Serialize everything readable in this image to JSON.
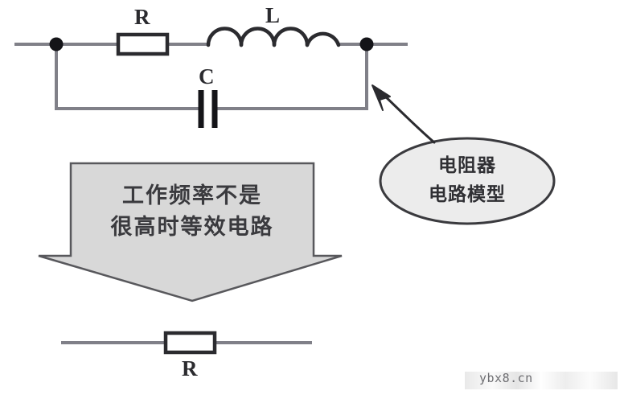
{
  "figure": {
    "title_visible": false,
    "background_color": "#ffffff",
    "wire_color": "#808088",
    "ink_color": "#2b2b2f",
    "fill_gray": "#d8d8d8"
  },
  "top_circuit": {
    "name": "resistor-equivalent-circuit",
    "components": [
      {
        "id": "R",
        "type": "resistor",
        "label": "R"
      },
      {
        "id": "L",
        "type": "inductor",
        "label": "L"
      },
      {
        "id": "C",
        "type": "capacitor",
        "label": "C"
      }
    ],
    "node_labels": [
      "node-left",
      "node-right"
    ]
  },
  "banner": {
    "name": "condition-banner",
    "line1": "工作频率不是",
    "line2": "很高时等效电路",
    "fill_color": "#d8d8d8",
    "border_color": "#58585c"
  },
  "callout": {
    "name": "model-callout",
    "line1": "电阻器",
    "line2": "电路模型",
    "fill_color": "#ececec",
    "border_color": "#3a3a3e"
  },
  "bottom_circuit": {
    "name": "simplified-circuit",
    "components": [
      {
        "id": "R",
        "type": "resistor",
        "label": "R"
      }
    ]
  },
  "watermark": {
    "text": "ybx8.cn",
    "color": "#6e6e72"
  }
}
